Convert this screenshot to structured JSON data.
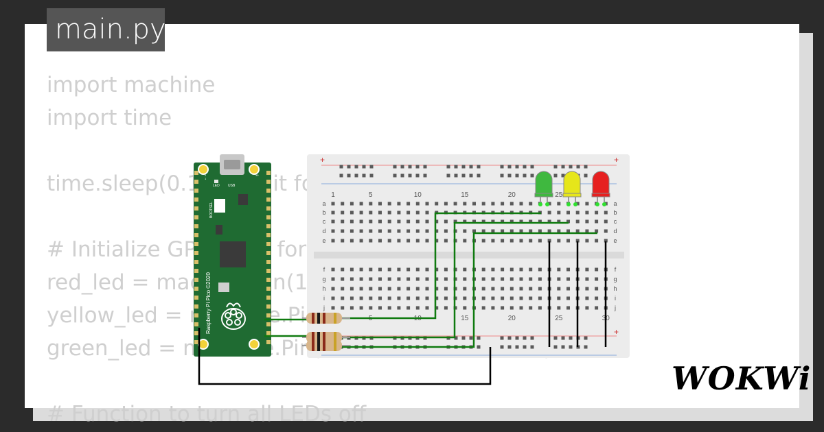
{
  "file_tab": {
    "title": "main.py"
  },
  "code_lines": [
    "import machine",
    "import time",
    "",
    "time.sleep(0.1) # Wait for USB to become ready",
    "",
    "# Initialize GPIO pins for the LEDs",
    "red_led = machine.Pin(16, machine.Pin.OUT)",
    "yellow_led = machine.Pin(17, machine.Pin.OUT)",
    "green_led = machine.Pin(18, machine.Pin.OUT)",
    "",
    "# Function to turn all LEDs off"
  ],
  "pico_board": {
    "silkscreen": "Raspberry Pi Pico ©2020",
    "led_label": "LED",
    "usb_label": "USB",
    "bootsel_label": "BOOTSEL",
    "pin_1": "1",
    "pin_2": "2",
    "pin_39": "39"
  },
  "breadboard": {
    "column_numbers": [
      "1",
      "5",
      "10",
      "15",
      "20",
      "25",
      "30"
    ],
    "row_letters_top": [
      "a",
      "b",
      "c",
      "d",
      "e"
    ],
    "row_letters_bottom": [
      "f",
      "g",
      "h",
      "i",
      "j"
    ],
    "rail_plus": "+"
  },
  "leds": [
    {
      "name": "green",
      "color": "#3fb83f"
    },
    {
      "name": "yellow",
      "color": "#e6e61a"
    },
    {
      "name": "red",
      "color": "#e62020"
    }
  ],
  "colors": {
    "board_green": "#1f6b32",
    "wire_green": "#0f7a0f",
    "wire_black": "#000000"
  },
  "logo": {
    "text": "WOKWi"
  }
}
